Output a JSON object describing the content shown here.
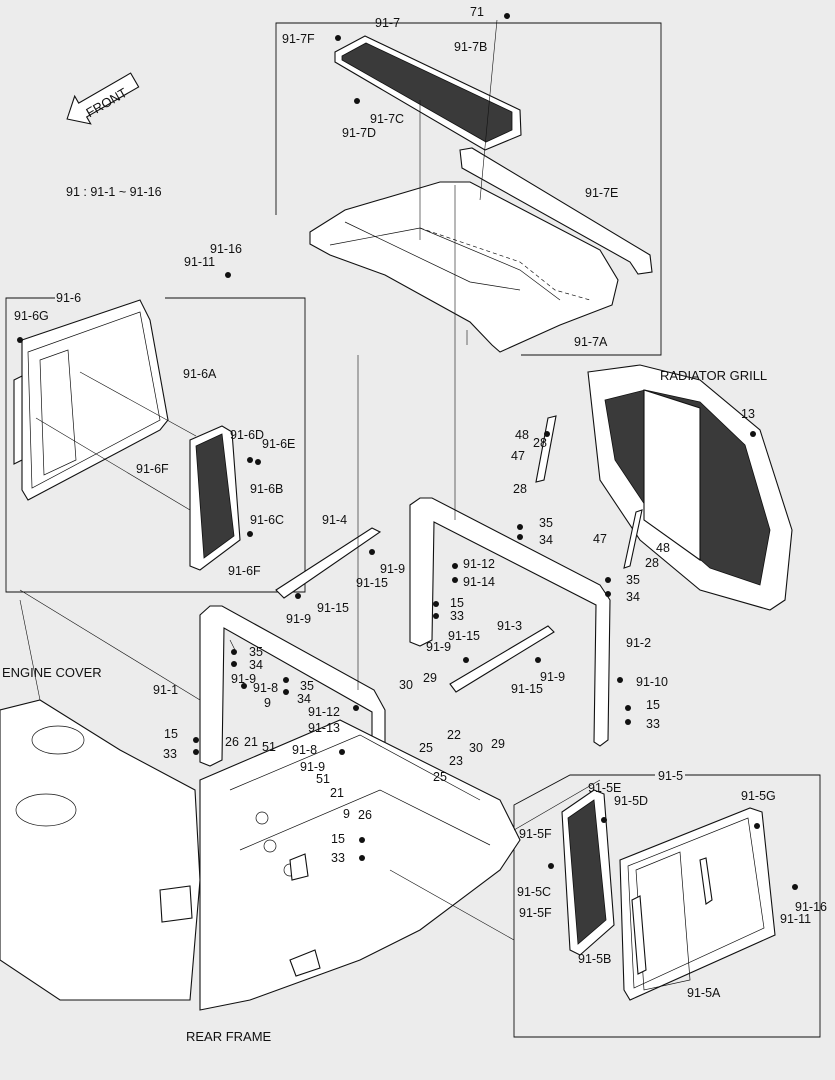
{
  "title_note": "91 : 91-1 ~ 91-16",
  "front_arrow": "FRONT",
  "area_labels": {
    "radiator_grill": "RADIATOR GRILL",
    "engine_cover": "ENGINE COVER",
    "rear_frame": "REAR FRAME"
  },
  "groups": {
    "g917": "91-7",
    "g916": "91-6",
    "g915": "91-5"
  },
  "parts": {
    "p71": "71",
    "p917F": "91-7F",
    "p917B": "91-7B",
    "p917C": "91-7C",
    "p917D": "91-7D",
    "p917E": "91-7E",
    "p917A": "91-7A",
    "p9116a": "91-16",
    "p9111a": "91-11",
    "p916G": "91-6G",
    "p916A": "91-6A",
    "p916D": "91-6D",
    "p916E": "91-6E",
    "p916F1": "91-6F",
    "p916B": "91-6B",
    "p916C": "91-6C",
    "p916F2": "91-6F",
    "p13": "13",
    "p48a": "48",
    "p28a": "28",
    "p47a": "47",
    "p28b": "28",
    "p47b": "47",
    "p48b": "48",
    "p28c": "28",
    "p914": "91-4",
    "p35a": "35",
    "p34a": "34",
    "p919a": "91-9",
    "p9115a": "91-15",
    "p9112a": "91-12",
    "p9114": "91-14",
    "p35b": "35",
    "p34b": "34",
    "p919b": "91-9",
    "p9115b": "91-15",
    "p15a": "15",
    "p33a": "33",
    "p913": "91-3",
    "p912": "91-2",
    "p9115c": "91-15",
    "p919c": "91-9",
    "p919d": "91-9",
    "p9115d": "91-15",
    "p9110": "91-10",
    "p15b": "15",
    "p33b": "33",
    "p35c": "35",
    "p34c": "34",
    "p911": "91-1",
    "p919e": "91-9",
    "p918a": "91-8",
    "p35d": "35",
    "p34d": "34",
    "p9112b": "91-12",
    "p9113": "91-13",
    "p9": "9",
    "p15c": "15",
    "p26a": "26",
    "p21a": "21",
    "p51a": "51",
    "p33c": "33",
    "p30a": "30",
    "p29a": "29",
    "p22": "22",
    "p25a": "25",
    "p30b": "30",
    "p29b": "29",
    "p23": "23",
    "p25b": "25",
    "p918b": "91-8",
    "p919f": "91-9",
    "p51b": "51",
    "p21b": "21",
    "p9b": "9",
    "p26b": "26",
    "p15d": "15",
    "p33d": "33",
    "p915E": "91-5E",
    "p915D": "91-5D",
    "p915G": "91-5G",
    "p915F1": "91-5F",
    "p915C": "91-5C",
    "p915F2": "91-5F",
    "p915B": "91-5B",
    "p915A": "91-5A",
    "p9116b": "91-16",
    "p9111b": "91-11"
  }
}
